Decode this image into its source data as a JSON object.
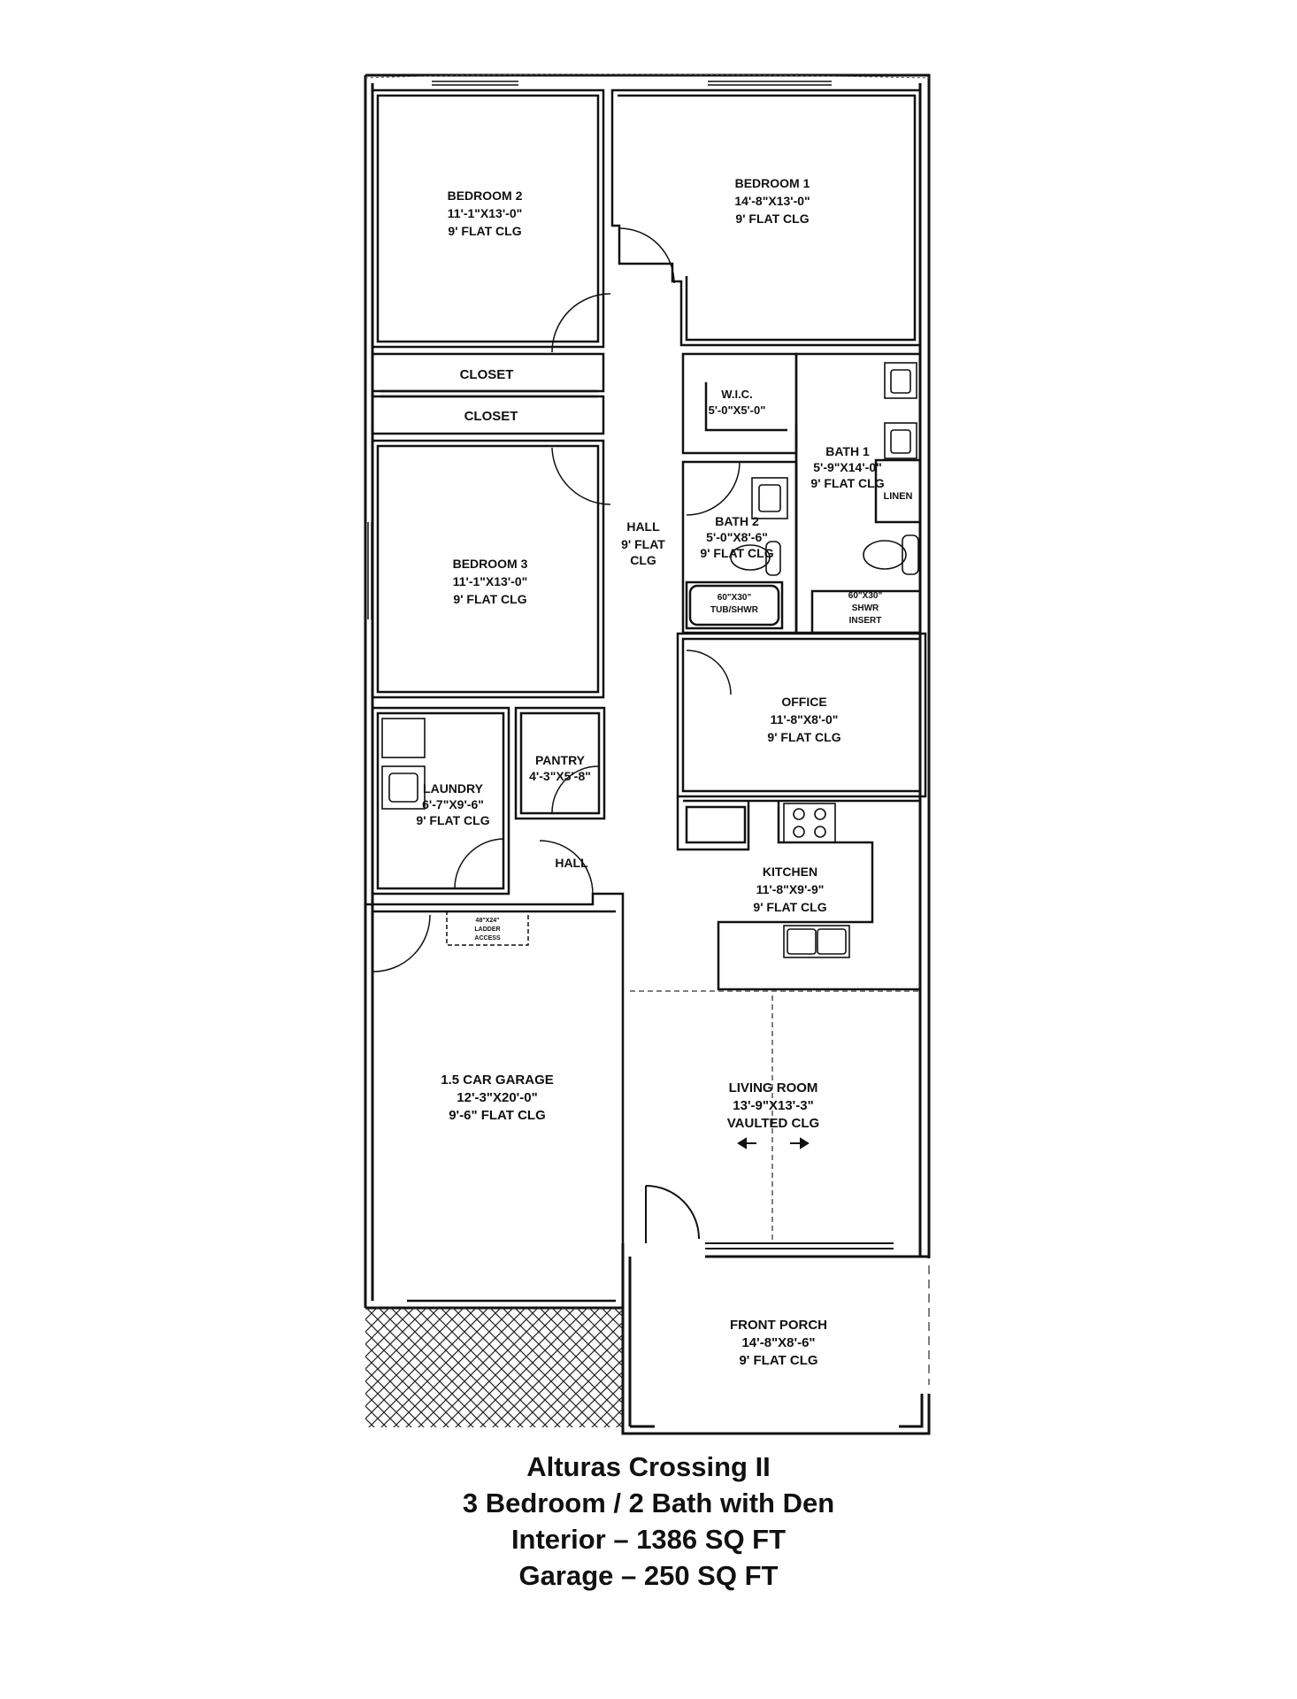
{
  "rooms": {
    "bedroom2": {
      "name": "BEDROOM 2",
      "size": "11'-1\"X13'-0\"",
      "ceiling": "9' FLAT CLG"
    },
    "bedroom1": {
      "name": "BEDROOM 1",
      "size": "14'-8\"X13'-0\"",
      "ceiling": "9' FLAT CLG"
    },
    "closet_a": {
      "name": "CLOSET"
    },
    "closet_b": {
      "name": "CLOSET"
    },
    "wic": {
      "name": "W.I.C.",
      "size": "5'-0\"X5'-0\""
    },
    "bath1": {
      "name": "BATH 1",
      "size": "5'-9\"X14'-0\"",
      "ceiling": "9' FLAT CLG"
    },
    "linen": {
      "name": "LINEN"
    },
    "bath2": {
      "name": "BATH 2",
      "size": "5'-0\"X8'-6\"",
      "ceiling": "9' FLAT CLG"
    },
    "tub": {
      "line1": "60\"X30\"",
      "line2": "TUB/SHWR"
    },
    "shower": {
      "line1": "60\"X30\"",
      "line2": "SHWR",
      "line3": "INSERT"
    },
    "hall1": {
      "name": "HALL",
      "ceiling1": "9' FLAT",
      "ceiling2": "CLG"
    },
    "bedroom3": {
      "name": "BEDROOM 3",
      "size": "11'-1\"X13'-0\"",
      "ceiling": "9' FLAT CLG"
    },
    "office": {
      "name": "OFFICE",
      "size": "11'-8\"X8'-0\"",
      "ceiling": "9' FLAT CLG"
    },
    "laundry": {
      "name": "LAUNDRY",
      "size": "6'-7\"X9'-6\"",
      "ceiling": "9' FLAT CLG"
    },
    "pantry": {
      "name": "PANTRY",
      "size": "4'-3\"X5'-8\""
    },
    "hall2": {
      "name": "HALL"
    },
    "kitchen": {
      "name": "KITCHEN",
      "size": "11'-8\"X9'-9\"",
      "ceiling": "9' FLAT CLG"
    },
    "ladder": {
      "line1": "48\"X24\"",
      "line2": "LADDER",
      "line3": "ACCESS"
    },
    "garage": {
      "name": "1.5 CAR GARAGE",
      "size": "12'-3\"X20'-0\"",
      "ceiling": "9'-6\" FLAT CLG"
    },
    "living": {
      "name": "LIVING ROOM",
      "size": "13'-9\"X13'-3\"",
      "ceiling": "VAULTED CLG"
    },
    "porch": {
      "name": "FRONT PORCH",
      "size": "14'-8\"X8'-6\"",
      "ceiling": "9' FLAT CLG"
    }
  },
  "caption": {
    "line1": "Alturas Crossing II",
    "line2": "3 Bedroom / 2 Bath with Den",
    "line3": "Interior – 1386 SQ FT",
    "line4": "Garage – 250 SQ FT"
  }
}
